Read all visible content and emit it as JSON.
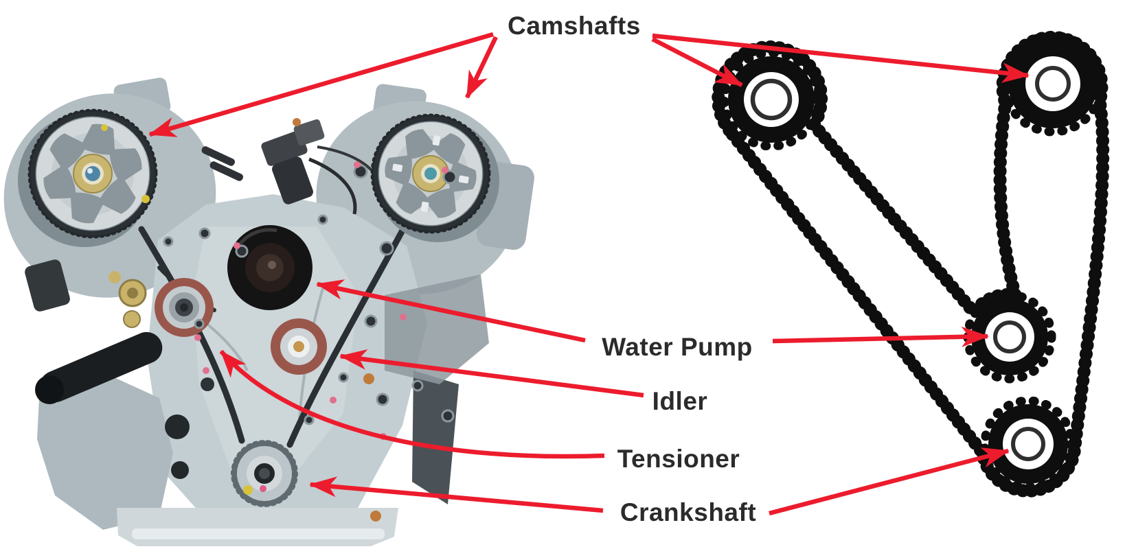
{
  "theme": {
    "arrow_red": "#ec1c2d",
    "label_color": "#2b2b2b",
    "schematic_black": "#0e0e0e",
    "page_bg": "#ffffff"
  },
  "labels": {
    "camshafts": "Camshafts",
    "water_pump": "Water Pump",
    "idler": "Idler",
    "tensioner": "Tensioner",
    "crankshaft": "Crankshaft"
  },
  "photo": {
    "components": [
      "left-camshaft-pulley",
      "right-camshaft-pulley",
      "water-pump-pulley",
      "tensioner-pulley",
      "idler-pulley",
      "crankshaft-sprocket"
    ]
  },
  "schematic": {
    "sprockets": [
      "left-camshaft-sprocket",
      "right-camshaft-sprocket",
      "water-pump-sprocket",
      "crankshaft-sprocket"
    ]
  }
}
